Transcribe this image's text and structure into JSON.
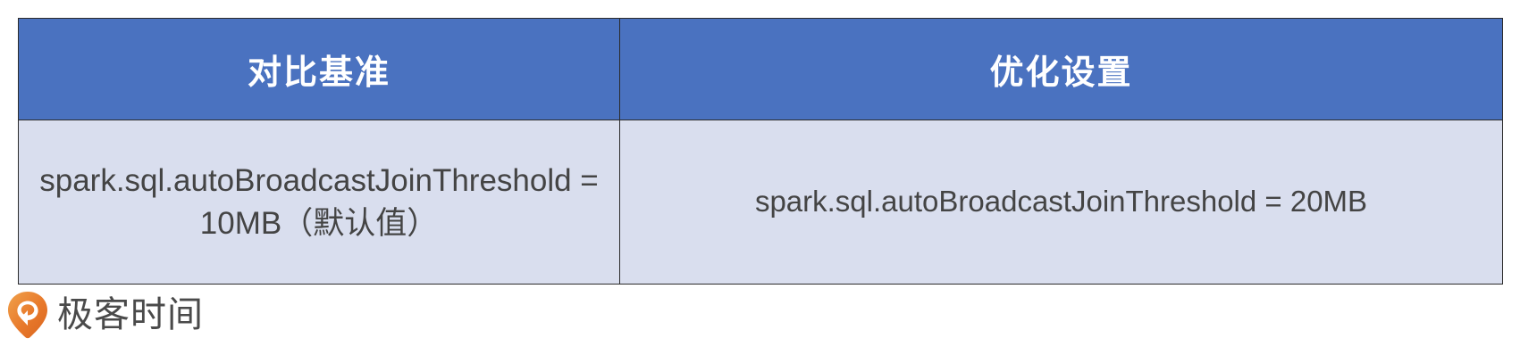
{
  "table": {
    "headers": [
      {
        "label": "对比基准"
      },
      {
        "label": "优化设置"
      }
    ],
    "rows": [
      {
        "cells": [
          "spark.sql.autoBroadcastJoinThreshold = 10MB（默认值）",
          "spark.sql.autoBroadcastJoinThreshold = 20MB"
        ]
      }
    ],
    "colors": {
      "header_bg": "#4A72C0",
      "header_text": "#FFFFFF",
      "body_bg": "#D9DEEE",
      "body_text": "#444444",
      "border": "#2B2B2B"
    }
  },
  "brand": {
    "name": "极客时间",
    "logo_icon": "geektime-pin-icon",
    "logo_color": "#E8792B",
    "text_color": "#4A4A4A"
  }
}
